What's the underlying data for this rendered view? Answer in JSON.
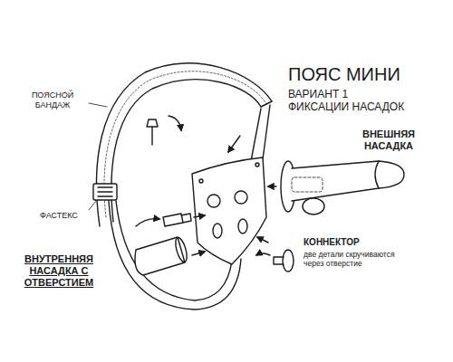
{
  "diagram": {
    "title": "ПОЯС МИНИ",
    "labels": [
      "ВАРИАНТ 1 ФИКСАЦИИ НАСАДОК",
      "ПОЯСНОЙ БАНДАЖ",
      "ФАСТЕКС",
      "ВНЕШНЯЯ НАСАДКА",
      "КОННЕКТОР",
      "две детали скручиваются через отверстие",
      "ВНУТРЕННЯЯ НАСАДКА С ОТВЕРСТИЕМ"
    ]
  }
}
